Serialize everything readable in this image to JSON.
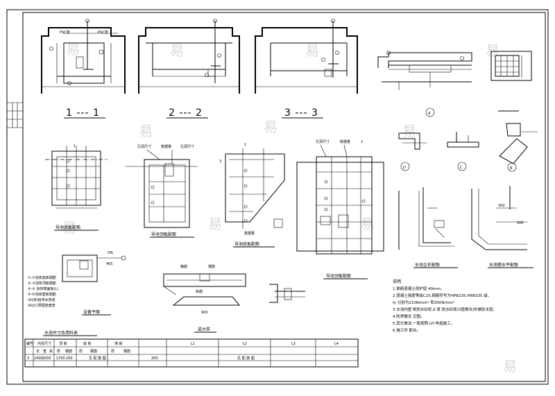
{
  "section_labels": [
    "1 --- 1",
    "2 --- 2",
    "3 --- 3"
  ],
  "detail_markers": [
    "A",
    "B",
    "C",
    "D"
  ],
  "axis_markers": [
    "1",
    "3",
    "2"
  ],
  "drawing_captions": {
    "roof_plan": "导池底板配筋",
    "wall_plan": "导池顶板配筋",
    "side_plan": "导池底板配筋",
    "tank_plan": "导池顶板配筋",
    "equipment": "设备平面",
    "beam": "梁大样",
    "corner_rebar": "水池企折配筋",
    "horizontal_rebar": "水池壁水平配筋"
  },
  "callouts": {
    "top_left": [
      "PVC管",
      "PVC管"
    ],
    "plan_tags": [
      "孔洞尺寸",
      "数据量",
      "孔洞尺寸"
    ],
    "tank_tags": [
      "孔洞尺寸",
      "数据量"
    ],
    "side_tag": "数据量",
    "equip_tags": [
      "DN",
      "465"
    ],
    "equip_list": [
      "①-②池体底板钢筋",
      "②-③池体顶板钢筋",
      "④-⑤ 池体楼面板(L)",
      "⑤-⑥池体壁板钢筋",
      "(A)(B)给排水管道",
      "(A)(C)预埋管套管"
    ],
    "beam_tags": [
      "箍筋",
      "钢筋",
      "纵筋"
    ],
    "beam_dims": [
      "900",
      "300"
    ]
  },
  "notes_title": "说明",
  "notes": [
    "1.钢筋混凝土保护层 40mm。",
    "2.混凝土强度等级C25,钢筋符号为HPB235,HRB335 级。",
    "  fy 分别为210N/mm²  和300N/mm²",
    "3.水池内壁 刷防水砂浆,6  厚  防水砂浆(5层做法)外做防水层。",
    "4.防渗做法 见图。",
    "5.其它做法:一般按照 LH 构造施工。",
    "6.施工时 配合。"
  ],
  "table": {
    "title": "水池尺寸及用料表",
    "header1": [
      "编号",
      "内径尺寸",
      "顶 板",
      "底 板",
      "墙 板",
      "L1",
      "L2",
      "L3",
      "L4"
    ],
    "header2": [
      "长",
      "宽",
      "高",
      "厚",
      "钢筋",
      "厚",
      "钢筋",
      "厚",
      "钢筋"
    ],
    "row": [
      "3",
      "2400",
      "2000",
      "1700",
      "200",
      "",
      "见 配 筋 图",
      "200",
      "",
      "见 配 筋 图"
    ]
  },
  "watermarks": [
    "易",
    "易",
    "易",
    "易",
    "易",
    "易",
    "易",
    "易",
    "易",
    "易",
    "易"
  ],
  "colors": {
    "line": "#000000",
    "paper": "#ffffff",
    "watermark": "#d9d9d9"
  }
}
